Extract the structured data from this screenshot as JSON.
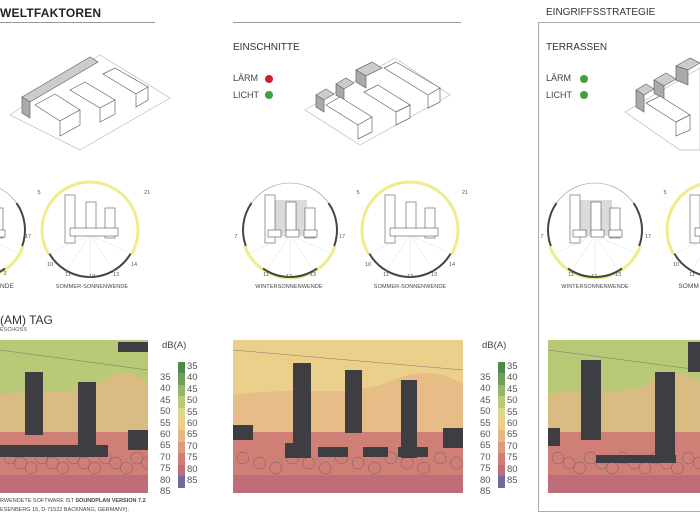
{
  "sections": {
    "left_title": "WELTFAKTOREN",
    "right_title": "EINGRIFFSSTRATEGIE"
  },
  "variants": [
    {
      "title": "EINSCHNITTE",
      "laerm_label": "LÄRM",
      "laerm_color": "#d0202e",
      "licht_label": "LICHT",
      "licht_color": "#3fa23a"
    },
    {
      "title": "TERRASSEN",
      "laerm_label": "LÄRM",
      "laerm_color": "#3fa23a",
      "licht_label": "LICHT",
      "licht_color": "#3fa23a"
    }
  ],
  "sun": {
    "winter": "WINTERSONNENWENDE",
    "summer": "SOMMER-SONNENWENDE",
    "winter_partial": "NDE",
    "summer_partial": "SOMM",
    "summer_hours": [
      "5",
      "21",
      "10",
      "11",
      "12",
      "13",
      "14"
    ],
    "winter_hours": [
      "7",
      "17",
      "11",
      "12",
      "13"
    ],
    "partial_hours": [
      "17",
      "3"
    ]
  },
  "noise": {
    "title": "(AM) TAG",
    "subtitle": "ESCHOSS",
    "unit": "dB(A)",
    "scale_left": [
      "35",
      "40",
      "45",
      "50",
      "55",
      "60",
      "65",
      "70",
      "75",
      "80",
      "85"
    ],
    "scale_right": [
      "35",
      "40",
      "45",
      "50",
      "55",
      "60",
      "65",
      "70",
      "75",
      "80",
      "85"
    ],
    "colors": [
      "#4e8a4c",
      "#6e9f58",
      "#93b766",
      "#b8c978",
      "#dcd886",
      "#ead08a",
      "#e6b684",
      "#dc9a7c",
      "#d07f76",
      "#bf6d78",
      "#6d6ca2"
    ]
  },
  "footnote": {
    "line1_prefix": "RWENDETE SOFTWARE IST ",
    "line1_bold": "SOUNDPLAN VERSION 7.2",
    "line2": "ESENBERG 15, D-71522 BACKNANG, GERMANY)."
  }
}
